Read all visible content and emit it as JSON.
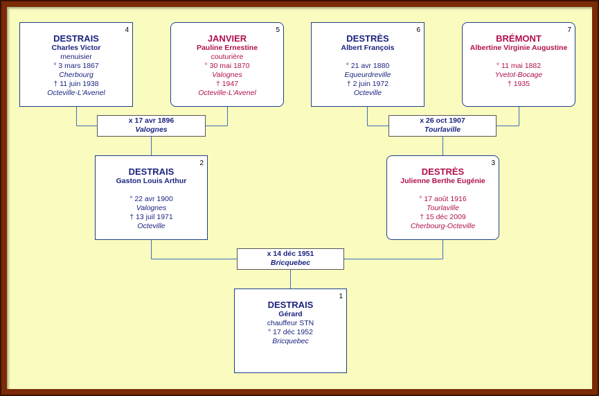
{
  "people": {
    "p4": {
      "num": "4",
      "surname": "DESTRAIS",
      "given": "Charles Victor",
      "occupation": "menuisier",
      "birth": "° 3 mars 1867",
      "birth_place": "Cherbourg",
      "death": "† 11 juin 1938",
      "death_place": "Octeville-L'Avenel"
    },
    "p5": {
      "num": "5",
      "surname": "JANVIER",
      "given": "Pauline Ernestine",
      "occupation": "couturière",
      "birth": "° 30 mai 1870",
      "birth_place": "Valognes",
      "death": "† 1947",
      "death_place": "Octeville-L'Avenel"
    },
    "p6": {
      "num": "6",
      "surname": "DESTRÈS",
      "given": "Albert François",
      "birth": "° 21 avr 1880",
      "birth_place": "Equeurdreville",
      "death": "† 2 juin 1972",
      "death_place": "Octeville"
    },
    "p7": {
      "num": "7",
      "surname": "BRÉMONT",
      "given": "Albertine Virginie Augustine",
      "birth": "° 11 mai 1882",
      "birth_place": "Yvetot-Bocage",
      "death": "† 1935"
    },
    "p2": {
      "num": "2",
      "surname": "DESTRAIS",
      "given": "Gaston Louis Arthur",
      "birth": "° 22 avr 1900",
      "birth_place": "Valognes",
      "death": "† 13 juil 1971",
      "death_place": "Octeville"
    },
    "p3": {
      "num": "3",
      "surname": "DESTRÈS",
      "given": "Julienne Berthe Eugénie",
      "birth": "° 17 août 1916",
      "birth_place": "Tourlaville",
      "death": "† 15 déc 2009",
      "death_place": "Cherbourg-Octeville"
    },
    "p1": {
      "num": "1",
      "surname": "DESTRAIS",
      "given": "Gérard",
      "occupation": "chauffeur STN",
      "birth": "° 17 déc 1952",
      "birth_place": "Bricquebec"
    }
  },
  "marriages": {
    "m45": {
      "date": "x 17 avr 1896",
      "place": "Valognes"
    },
    "m67": {
      "date": "x 26 oct 1907",
      "place": "Tourlaville"
    },
    "m23": {
      "date": "x 14 déc 1951",
      "place": "Bricquebec"
    }
  },
  "colors": {
    "male": "#1a237e",
    "female": "#b0104e",
    "line": "#3a6fc4",
    "background": "#fafbbe",
    "frame": "#7a2a06"
  }
}
